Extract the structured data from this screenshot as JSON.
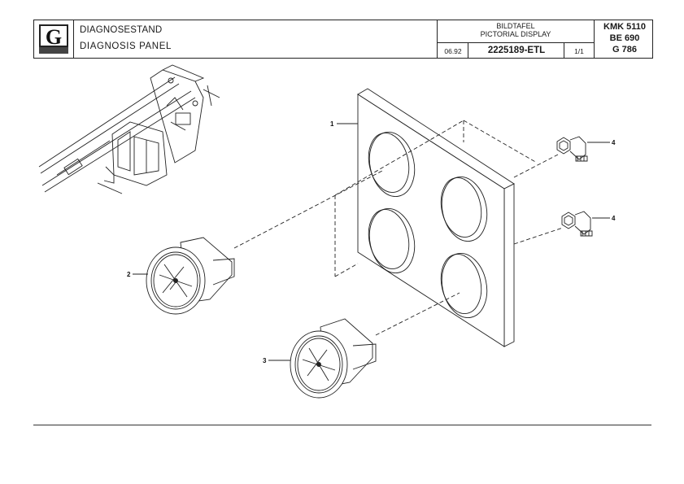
{
  "title_block": {
    "title_de": "DIAGNOSESTAND",
    "title_en": "DIAGNOSIS  PANEL",
    "display_de": "BILDTAFEL",
    "display_en": "PICTORIAL DISPLAY",
    "date": "06.92",
    "part_number": "2225189-ETL",
    "sheet": "1/1",
    "model_1": "KMK 5110",
    "model_2": "BE 690",
    "model_3": "G 786"
  },
  "callouts": {
    "c1": "1",
    "c2": "2",
    "c3": "3",
    "c4a": "4",
    "c4b": "4"
  },
  "icons": {
    "logo": "grove-g-logo"
  }
}
